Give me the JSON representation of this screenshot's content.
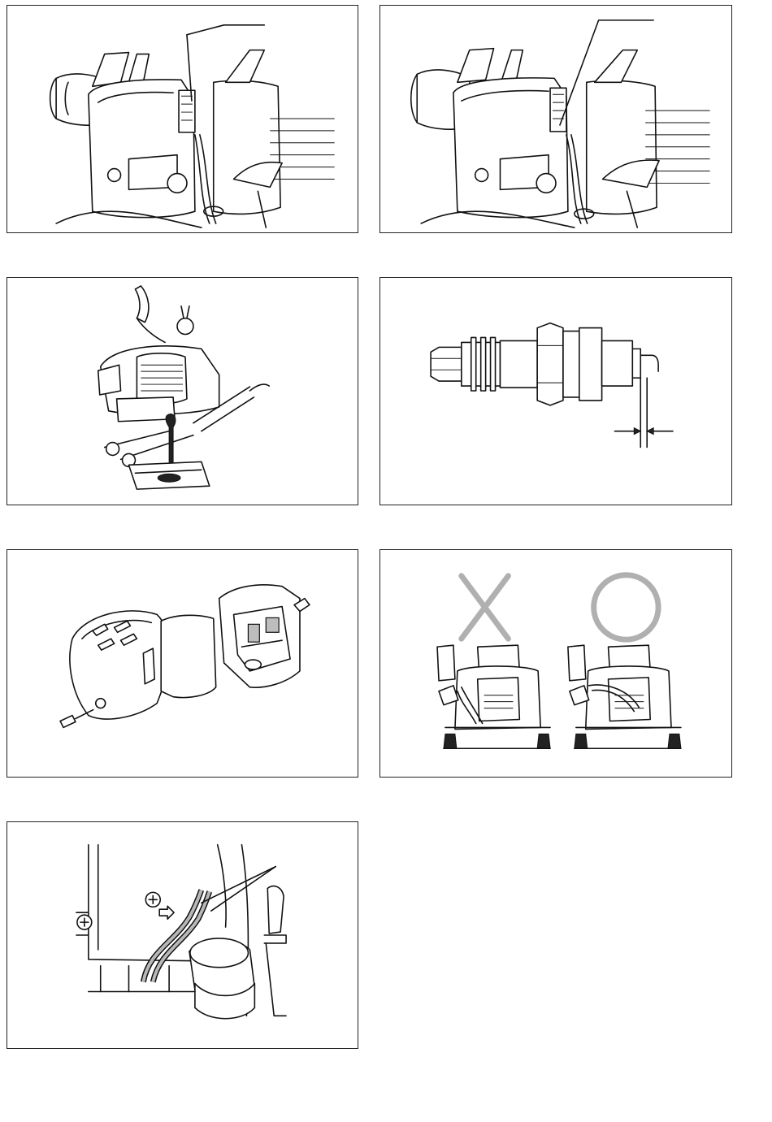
{
  "document": {
    "figures": [
      {
        "id": "fig-1",
        "subject": "engine-switch-closeup"
      },
      {
        "id": "fig-2",
        "subject": "engine-switch-closeup-alt"
      },
      {
        "id": "fig-3",
        "subject": "draining-fuel-tank"
      },
      {
        "id": "fig-4",
        "subject": "spark-plug-gap"
      },
      {
        "id": "fig-5",
        "subject": "air-cleaner-assembly"
      },
      {
        "id": "fig-6",
        "subject": "wrong-right-hose-routing"
      },
      {
        "id": "fig-7",
        "subject": "fuel-hose-routing"
      }
    ],
    "marks": {
      "wrong_symbol": "cross-icon",
      "correct_symbol": "circle-icon",
      "mark_color": "#b0b0b0"
    }
  }
}
